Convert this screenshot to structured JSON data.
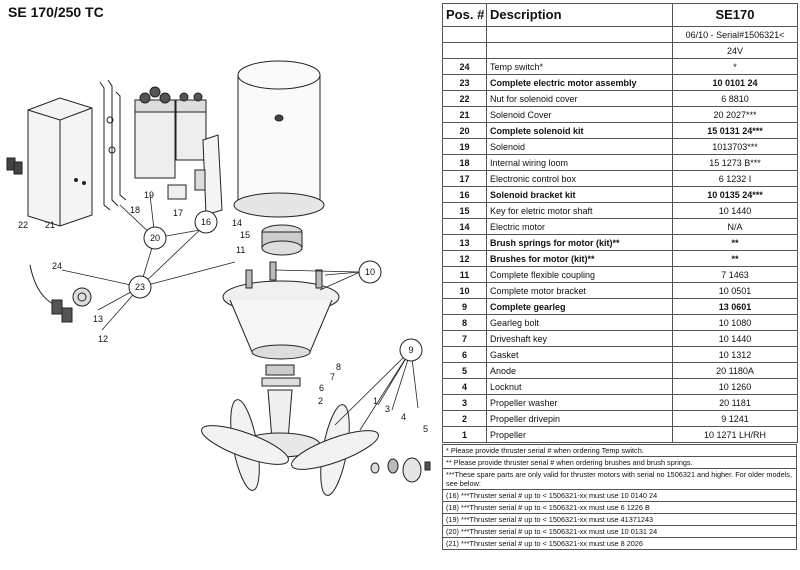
{
  "title": "SE 170/250 TC",
  "table": {
    "headers": {
      "pos": "Pos. #",
      "desc": "Description",
      "model": "SE170"
    },
    "serial_range": "06/10 - Serial#1506321<",
    "voltage": "24V",
    "rows": [
      {
        "pos": "24",
        "desc": "Temp switch*",
        "value": "*",
        "bold": false
      },
      {
        "pos": "23",
        "desc": "Complete electric motor assembly",
        "value": "10 0101 24",
        "bold": true
      },
      {
        "pos": "22",
        "desc": "Nut for solenoid cover",
        "value": "6 8810",
        "bold": false
      },
      {
        "pos": "21",
        "desc": "Solenoid Cover",
        "value": "20 2027***",
        "bold": false
      },
      {
        "pos": "20",
        "desc": "Complete solenoid kit",
        "value": "15 0131 24***",
        "bold": true
      },
      {
        "pos": "19",
        "desc": "Solenoid",
        "value": "1013703***",
        "bold": false
      },
      {
        "pos": "18",
        "desc": "Internal wiring loom",
        "value": "15 1273 B***",
        "bold": false
      },
      {
        "pos": "17",
        "desc": "Electronic control box",
        "value": "6 1232 I",
        "bold": false
      },
      {
        "pos": "16",
        "desc": "Solenoid bracket kit",
        "value": "10 0135 24***",
        "bold": true
      },
      {
        "pos": "15",
        "desc": "Key for eletric motor shaft",
        "value": "10 1440",
        "bold": false
      },
      {
        "pos": "14",
        "desc": "Electric motor",
        "value": "N/A",
        "bold": false
      },
      {
        "pos": "13",
        "desc": "Brush springs for motor (kit)**",
        "value": "**",
        "bold": true
      },
      {
        "pos": "12",
        "desc": "Brushes for motor (kit)**",
        "value": "**",
        "bold": true
      },
      {
        "pos": "11",
        "desc": "Complete flexible coupling",
        "value": "7 1463",
        "bold": false
      },
      {
        "pos": "10",
        "desc": "Complete motor bracket",
        "value": "10 0501",
        "bold": false
      },
      {
        "pos": "9",
        "desc": "Complete gearleg",
        "value": "13 0601",
        "bold": true
      },
      {
        "pos": "8",
        "desc": "Gearleg bolt",
        "value": "10 1080",
        "bold": false
      },
      {
        "pos": "7",
        "desc": "Driveshaft key",
        "value": "10 1440",
        "bold": false
      },
      {
        "pos": "6",
        "desc": "Gasket",
        "value": "10 1312",
        "bold": false
      },
      {
        "pos": "5",
        "desc": "Anode",
        "value": "20 1180A",
        "bold": false
      },
      {
        "pos": "4",
        "desc": "Locknut",
        "value": "10 1260",
        "bold": false
      },
      {
        "pos": "3",
        "desc": "Propeller washer",
        "value": "20 1181",
        "bold": false
      },
      {
        "pos": "2",
        "desc": "Propeller drivepin",
        "value": "9 1241",
        "bold": false
      },
      {
        "pos": "1",
        "desc": "Propeller",
        "value": "10 1271 LH/RH",
        "bold": false
      }
    ]
  },
  "notes": [
    "* Please provide thruster serial # when ordering Temp switch.",
    "** Please provide thruster serial # when ordering brushes and brush springs.",
    "***These spare parts are only valid for thruster motors with serial no 1506321 and higher. For older models, see below:",
    "(16) ***Thruster serial # up to < 1506321-xx must use 10 0140 24",
    "(18) ***Thruster serial # up to < 1506321-xx must use 6 1226 B",
    "(19) ***Thruster serial # up to < 1506321-xx must use 41371243",
    "(20) ***Thruster serial # up to < 1506321-xx must use 10 0131 24",
    "(21) ***Thruster serial # up to < 1506321-xx must use 8 2026"
  ],
  "callouts": [
    "1",
    "2",
    "3",
    "4",
    "5",
    "6",
    "7",
    "8",
    "9",
    "10",
    "11",
    "12",
    "13",
    "14",
    "15",
    "16",
    "17",
    "18",
    "19",
    "20",
    "21",
    "22",
    "23",
    "24"
  ]
}
